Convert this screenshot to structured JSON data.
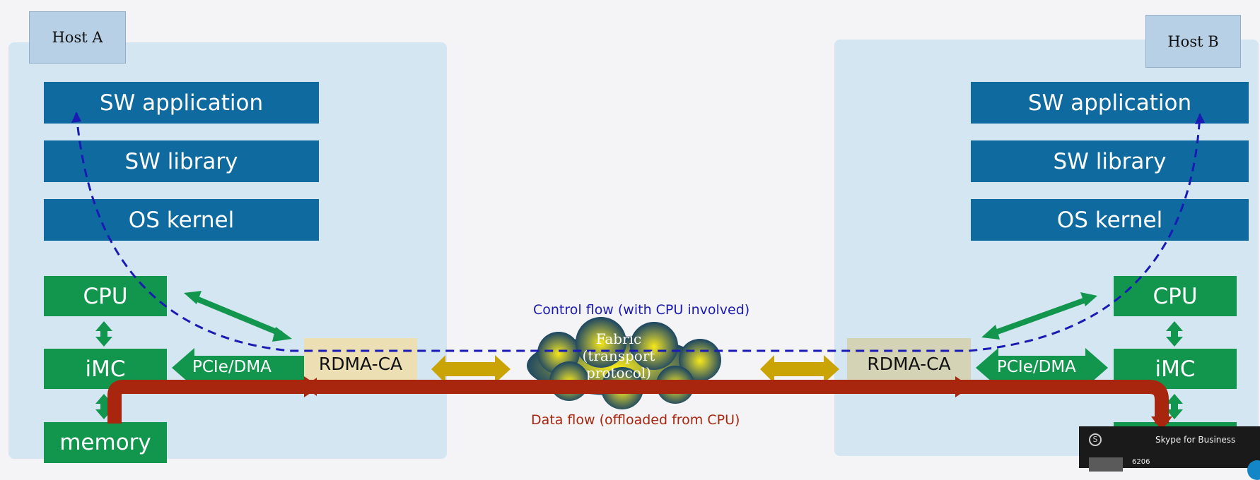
{
  "host_a": {
    "label": "Host A",
    "sw_application": "SW application",
    "sw_library": "SW library",
    "os_kernel": "OS kernel",
    "cpu": "CPU",
    "imc": "iMC",
    "memory": "memory",
    "rdma": "RDMA-CA",
    "pcie": "PCIe/DMA"
  },
  "host_b": {
    "label": "Host B",
    "sw_application": "SW application",
    "sw_library": "SW library",
    "os_kernel": "OS kernel",
    "cpu": "CPU",
    "imc": "iMC",
    "rdma": "RDMA-CA",
    "pcie": "PCIe/DMA"
  },
  "fabric": {
    "line1": "Fabric",
    "line2": "(transport",
    "line3": "protocol)"
  },
  "control_flow_label": "Control flow (with CPU involved)",
  "data_flow_label": "Data flow (offloaded from CPU)",
  "colors": {
    "sw_blue": "#0f6aa0",
    "hw_green": "#12964e",
    "control_flow": "#1a1ab4",
    "data_flow": "#a8260e",
    "fabric_link": "#c9a404"
  },
  "skype": {
    "title": "Skype for Business",
    "number": "6206"
  }
}
